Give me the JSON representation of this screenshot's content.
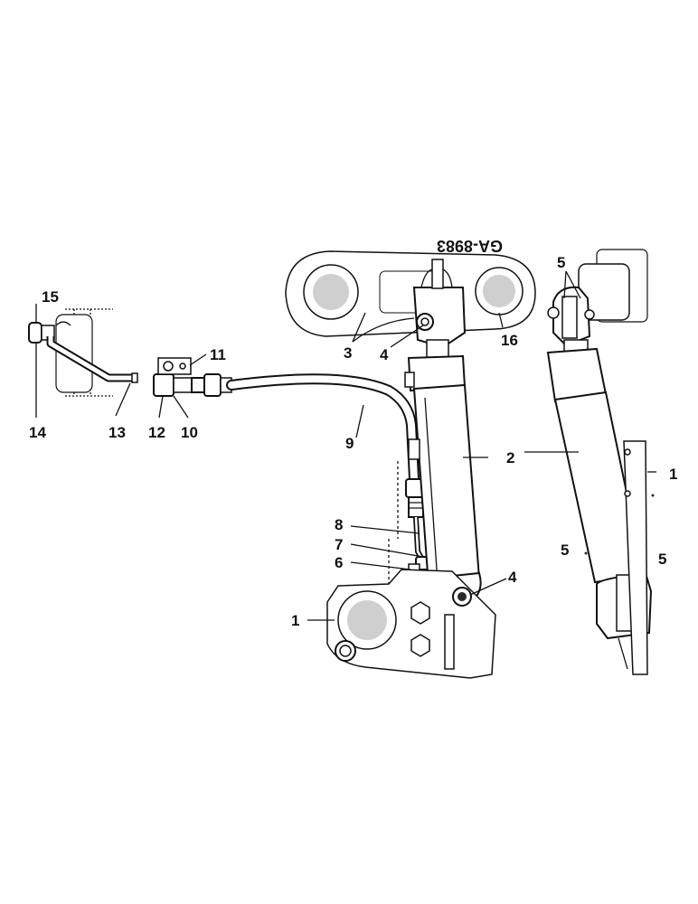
{
  "drawing_code": "GA-8983",
  "callouts": {
    "c1a": "1",
    "c1b": "1",
    "c2": "2",
    "c3": "3",
    "c4a": "4",
    "c4b": "4",
    "c5a": "5",
    "c5b": "5",
    "c5c": "5",
    "c6": "6",
    "c7": "7",
    "c8": "8",
    "c9": "9",
    "c10": "10",
    "c11": "11",
    "c12": "12",
    "c13": "13",
    "c14": "14",
    "c15": "15",
    "c16": "16"
  },
  "colors": {
    "ink": "#111111",
    "paper": "#ffffff"
  }
}
